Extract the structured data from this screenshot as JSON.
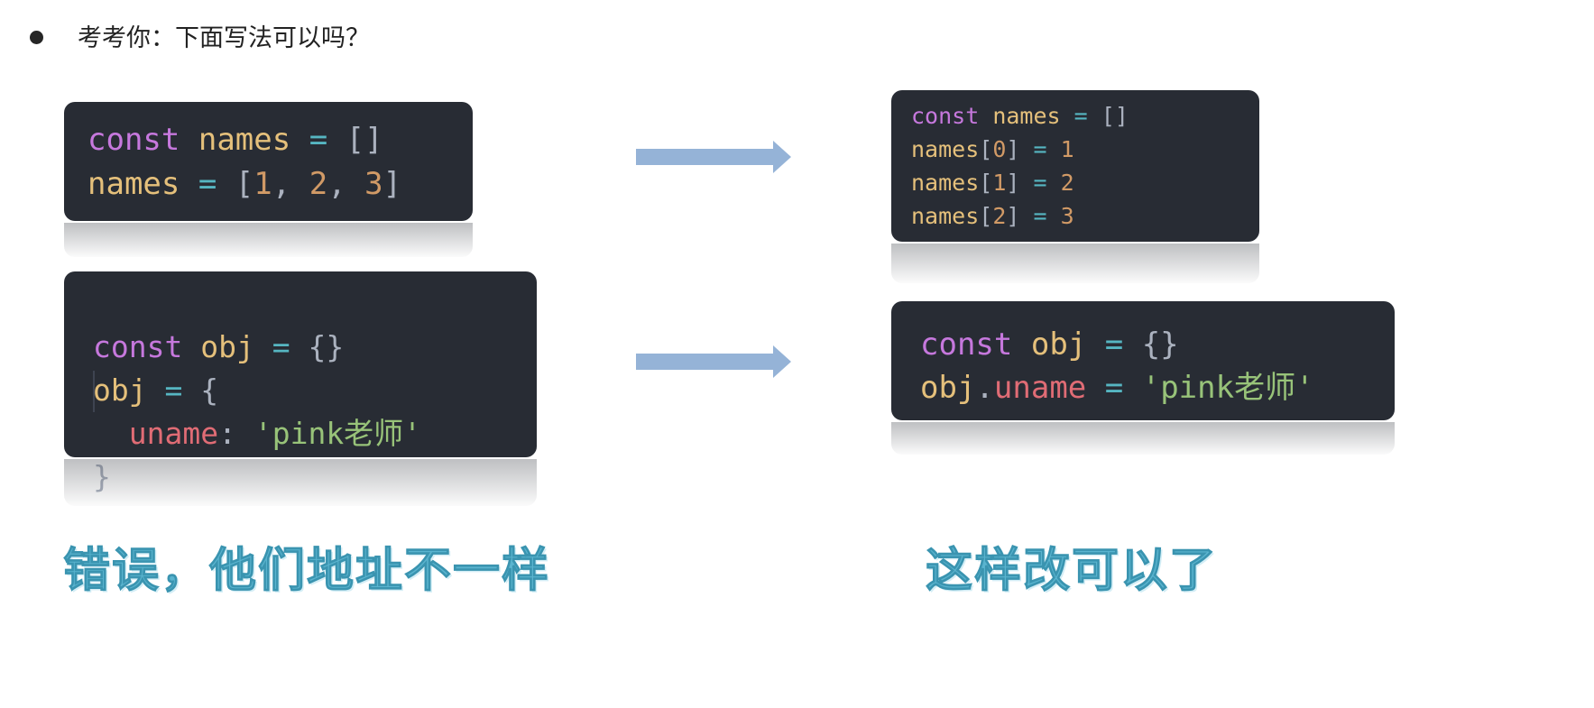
{
  "question": "考考你：下面写法可以吗？",
  "left": {
    "block1": [
      [
        [
          "kw",
          "const"
        ],
        [
          "punc",
          " "
        ],
        [
          "var",
          "names"
        ],
        [
          "punc",
          " "
        ],
        [
          "op",
          "="
        ],
        [
          "punc",
          " []"
        ]
      ],
      [
        [
          "var",
          "names"
        ],
        [
          "punc",
          " "
        ],
        [
          "op",
          "="
        ],
        [
          "punc",
          " ["
        ],
        [
          "num",
          "1"
        ],
        [
          "punc",
          ", "
        ],
        [
          "num",
          "2"
        ],
        [
          "punc",
          ", "
        ],
        [
          "num",
          "3"
        ],
        [
          "punc",
          "]"
        ]
      ]
    ],
    "block2": [
      [
        [
          "kw",
          "const"
        ],
        [
          "punc",
          " "
        ],
        [
          "var",
          "obj"
        ],
        [
          "punc",
          " "
        ],
        [
          "op",
          "="
        ],
        [
          "punc",
          " {}"
        ]
      ],
      [
        [
          "var",
          "obj"
        ],
        [
          "punc",
          " "
        ],
        [
          "op",
          "="
        ],
        [
          "punc",
          " {"
        ]
      ],
      [
        [
          "punc",
          "  "
        ],
        [
          "prop",
          "uname"
        ],
        [
          "punc",
          ": "
        ],
        [
          "str",
          "'pink老师'"
        ]
      ],
      [
        [
          "punc",
          "}"
        ]
      ]
    ],
    "caption": "错误，他们地址不一样"
  },
  "right": {
    "block1": [
      [
        [
          "kw",
          "const"
        ],
        [
          "punc",
          " "
        ],
        [
          "var",
          "names"
        ],
        [
          "punc",
          " "
        ],
        [
          "op",
          "="
        ],
        [
          "punc",
          " []"
        ]
      ],
      [
        [
          "var",
          "names"
        ],
        [
          "punc",
          "["
        ],
        [
          "num",
          "0"
        ],
        [
          "punc",
          "] "
        ],
        [
          "op",
          "="
        ],
        [
          "punc",
          " "
        ],
        [
          "num",
          "1"
        ]
      ],
      [
        [
          "var",
          "names"
        ],
        [
          "punc",
          "["
        ],
        [
          "num",
          "1"
        ],
        [
          "punc",
          "] "
        ],
        [
          "op",
          "="
        ],
        [
          "punc",
          " "
        ],
        [
          "num",
          "2"
        ]
      ],
      [
        [
          "var",
          "names"
        ],
        [
          "punc",
          "["
        ],
        [
          "num",
          "2"
        ],
        [
          "punc",
          "] "
        ],
        [
          "op",
          "="
        ],
        [
          "punc",
          " "
        ],
        [
          "num",
          "3"
        ]
      ]
    ],
    "block2": [
      [
        [
          "kw",
          "const"
        ],
        [
          "punc",
          " "
        ],
        [
          "var",
          "obj"
        ],
        [
          "punc",
          " "
        ],
        [
          "op",
          "="
        ],
        [
          "punc",
          " {}"
        ]
      ],
      [
        [
          "var",
          "obj"
        ],
        [
          "punc",
          "."
        ],
        [
          "prop",
          "uname"
        ],
        [
          "punc",
          " "
        ],
        [
          "op",
          "="
        ],
        [
          "punc",
          " "
        ],
        [
          "str",
          "'pink老师'"
        ]
      ]
    ],
    "caption": "这样改可以了"
  },
  "colors": {
    "code_bg": "#282c34",
    "keyword": "#c678dd",
    "variable": "#e5c07b",
    "operator": "#56b6c2",
    "number": "#d19a66",
    "string": "#98c379",
    "property": "#e06c75",
    "arrow": "#95b3d7",
    "caption": "#5ab4cf"
  }
}
